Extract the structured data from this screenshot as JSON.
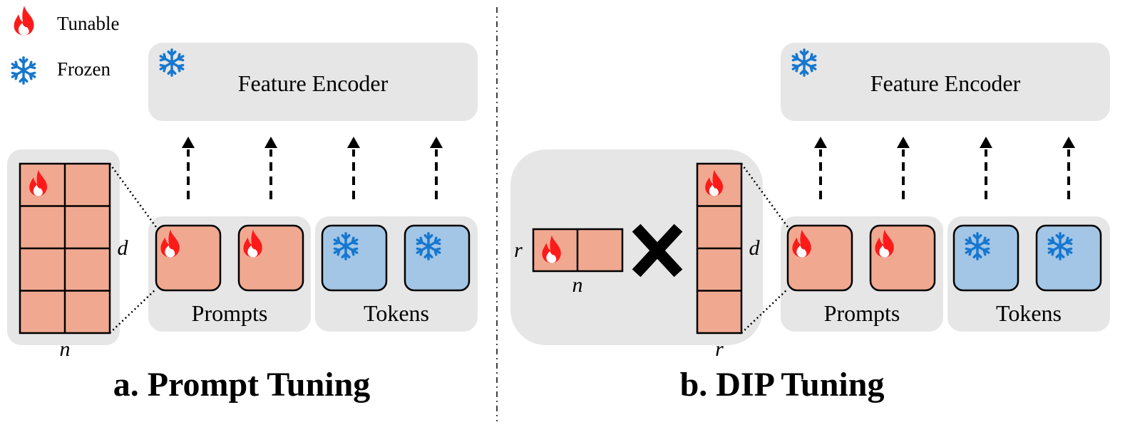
{
  "legend": {
    "tunable_label": "Tunable",
    "frozen_label": "Frozen"
  },
  "left_panel": {
    "encoder_label": "Feature Encoder",
    "prompts_label": "Prompts",
    "tokens_label": "Tokens",
    "matrix_dim_d": "d",
    "matrix_dim_n": "n",
    "caption": "a. Prompt Tuning"
  },
  "right_panel": {
    "encoder_label": "Feature Encoder",
    "prompts_label": "Prompts",
    "tokens_label": "Tokens",
    "small_matrix_dim_r": "r",
    "small_matrix_dim_n": "n",
    "tall_matrix_dim_d": "d",
    "tall_matrix_dim_r": "r",
    "caption": "b. DIP Tuning"
  },
  "colors": {
    "tunable_fill": "#f0a990",
    "frozen_fill": "#a3c6e6",
    "panel_gray": "#e6e6e6",
    "flame_red": "#ff1a1a",
    "snow_blue": "#1677cf"
  },
  "icons": {
    "tunable": "flame-icon",
    "frozen": "snowflake-icon"
  }
}
